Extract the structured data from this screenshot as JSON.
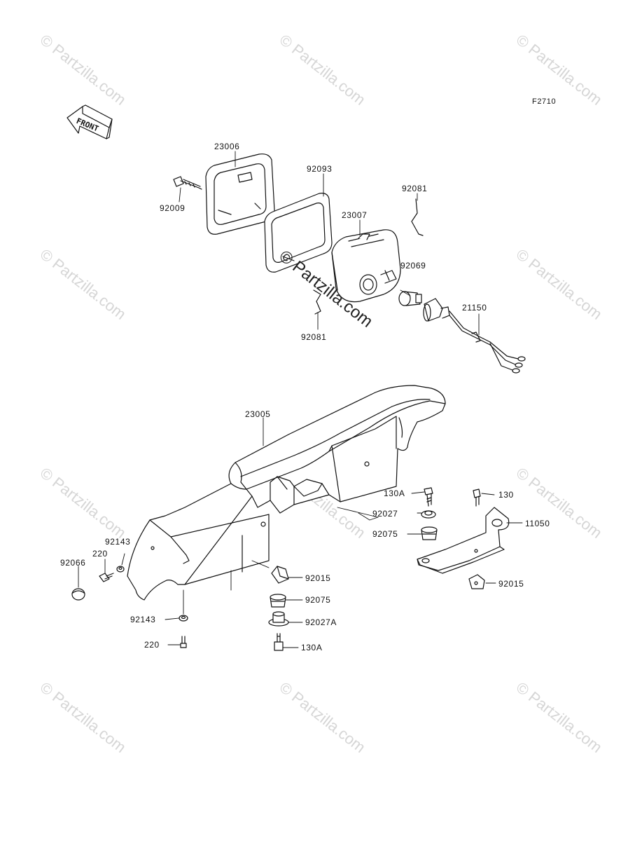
{
  "diagram_code": "F2710",
  "front_label": "FRONT",
  "watermark_text": "© Partzilla.com",
  "center_watermark_text": "© Partzilla.com",
  "parts": {
    "p23006": "23006",
    "p92009": "92009",
    "p92093": "92093",
    "p23007": "23007",
    "p92081_top": "92081",
    "p92069": "92069",
    "p21150": "21150",
    "p92081_bottom": "92081",
    "p23005": "23005",
    "p130A_upper": "130A",
    "p92027": "92027",
    "p92075_right": "92075",
    "p130": "130",
    "p11050": "11050",
    "p92015_right": "92015",
    "p92143_upper": "92143",
    "p220_upper": "220",
    "p92066": "92066",
    "p92015_mid": "92015",
    "p92075_mid": "92075",
    "p92027A": "92027A",
    "p130A_lower": "130A",
    "p92143_lower": "92143",
    "p220_lower": "220"
  },
  "colors": {
    "line": "#111111",
    "watermark": "#d6d6d6",
    "background": "#ffffff"
  }
}
